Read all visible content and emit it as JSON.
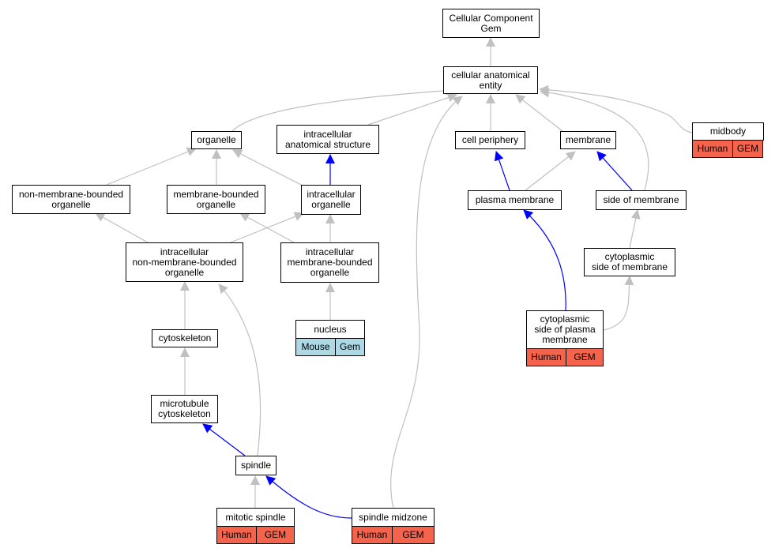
{
  "nodes": {
    "cc_gem": "Cellular Component\nGem",
    "cae": "cellular anatomical\nentity",
    "organelle": "organelle",
    "ias": "intracellular\nanatomical structure",
    "cell_periphery": "cell periphery",
    "membrane": "membrane",
    "midbody": "midbody",
    "nmbo": "non-membrane-bounded\norganelle",
    "mbo": "membrane-bounded\norganelle",
    "io": "intracellular\norganelle",
    "plasma_membrane": "plasma membrane",
    "side_of_membrane": "side of membrane",
    "inmbo": "intracellular\nnon-membrane-bounded\norganelle",
    "imbo": "intracellular\nmembrane-bounded\norganelle",
    "cytoplasmic_side": "cytoplasmic\nside of membrane",
    "cytoskeleton": "cytoskeleton",
    "nucleus": "nucleus",
    "cspm": "cytoplasmic\nside of plasma\nmembrane",
    "mt_cytoskeleton": "microtubule\ncytoskeleton",
    "spindle": "spindle",
    "mitotic_spindle": "mitotic spindle",
    "spindle_midzone": "spindle midzone"
  },
  "tags": {
    "human": "Human",
    "mouse": "Mouse",
    "gem_upper": "GEM",
    "gem": "Gem"
  },
  "colors": {
    "is_a_edge": "#c0c0c0",
    "part_of_edge": "#0000ff",
    "human_tag": "#f4634b",
    "mouse_tag": "#add8e6"
  }
}
